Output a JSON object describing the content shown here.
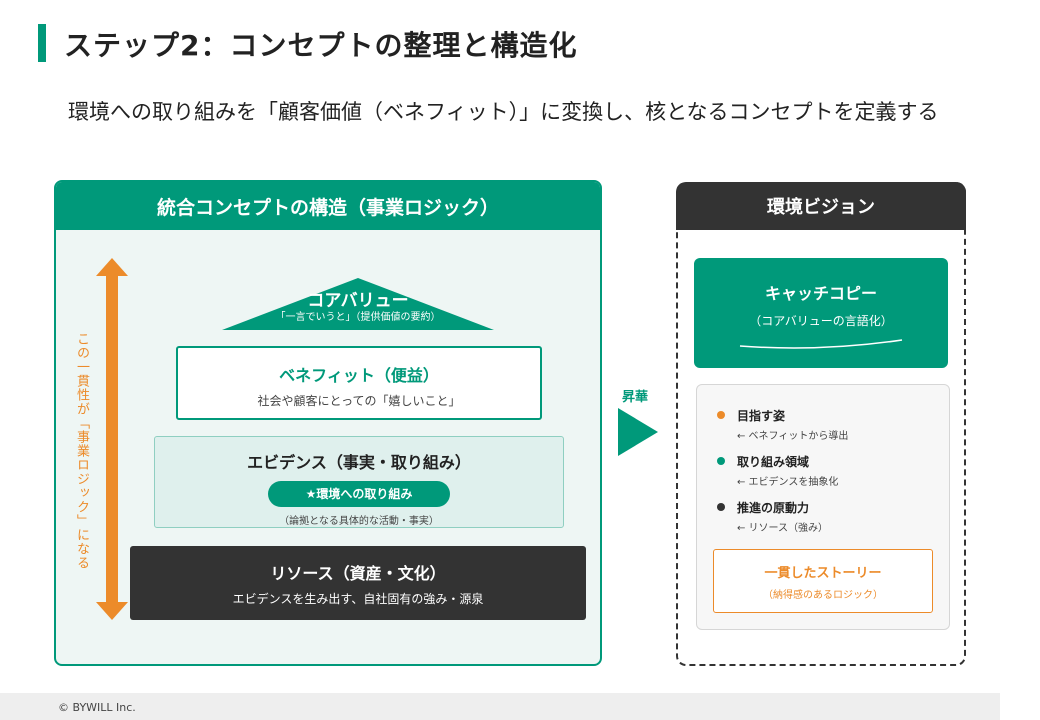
{
  "header": {
    "title": "ステップ2：コンセプトの整理と構造化",
    "subtitle": "環境への取り組みを「顧客価値（ベネフィット）」に変換し、核となるコンセプトを定義する"
  },
  "left_panel": {
    "header": "統合コンセプトの構造（事業ロジック）",
    "side_label": "この一貫性が「事業ロジック」になる",
    "core_value": {
      "title": "コアバリュー",
      "sub": "「一言でいうと」（提供価値の要約）"
    },
    "benefit": {
      "title": "ベネフィット（便益）",
      "desc": "社会や顧客にとっての「嬉しいこと」"
    },
    "evidence": {
      "title": "エビデンス（事実・取り組み）",
      "pill": "★環境への取り組み",
      "desc": "（論拠となる具体的な活動・事実）"
    },
    "resource": {
      "title": "リソース（資産・文化）",
      "desc": "エビデンスを生み出す、自社固有の強み・源泉"
    }
  },
  "middle": {
    "label": "昇華"
  },
  "right_panel": {
    "header": "環境ビジョン",
    "catch": {
      "title": "キャッチコピー",
      "sub": "（コアバリューの言語化）"
    },
    "items": [
      {
        "title": "目指す姿",
        "sub": "← ベネフィットから導出",
        "color": "#ec8b2a"
      },
      {
        "title": "取り組み領域",
        "sub": "← エビデンスを抽象化",
        "color": "#00997a"
      },
      {
        "title": "推進の原動力",
        "sub": "← リソース（強み）",
        "color": "#333333"
      }
    ],
    "story": {
      "title": "一貫したストーリー",
      "sub": "（納得感のあるロジック）"
    }
  },
  "footer": {
    "copyright": "© BYWILL Inc."
  },
  "colors": {
    "accent_green": "#00997a",
    "accent_orange": "#ec8b2a",
    "dark": "#333333"
  }
}
